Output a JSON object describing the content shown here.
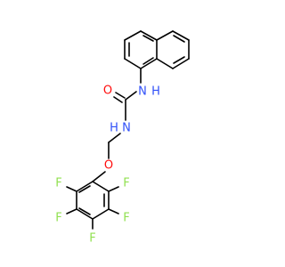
{
  "atoms": {
    "nh_top": "N",
    "nh_top_h": "H",
    "o_carbonyl": "O",
    "nh_bottom_h": "H",
    "nh_bottom": "N",
    "o_ether": "O",
    "f1": "F",
    "f2": "F",
    "f3": "F",
    "f4": "F",
    "f5": "F"
  },
  "colors": {
    "bond": "#000000",
    "nitrogen": "#3050F8",
    "oxygen": "#FF0D0D",
    "fluorine": "#90E050"
  }
}
